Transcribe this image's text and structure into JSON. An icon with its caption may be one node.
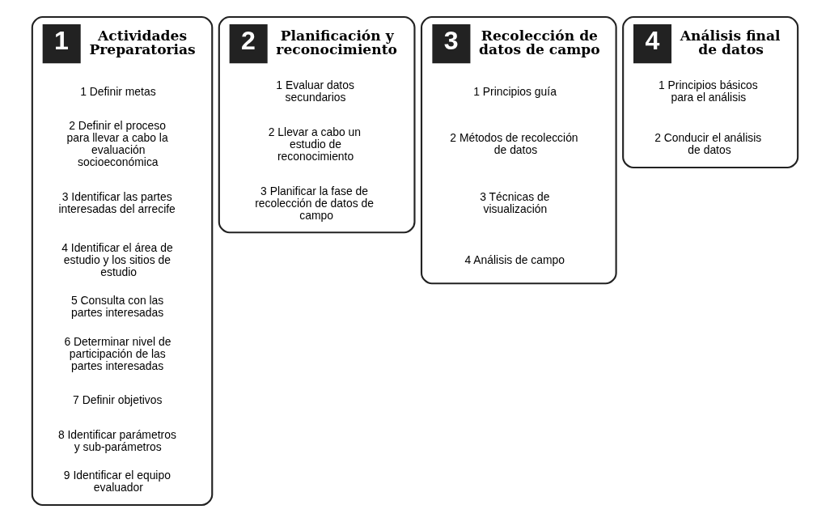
{
  "diagram": {
    "nodes": [
      {
        "text": [
          "1",
          "Actividades Preparatorias"
        ]
      },
      {
        "text": [
          "1 Definir metas"
        ],
        "in": 0
      },
      {
        "text": [
          "2 Definir el proceso para llevar a cabo la evaluación socioeconómica"
        ],
        "in": 0
      },
      {
        "text": [
          "3 Identificar las partes interesadas del arrecife"
        ],
        "in": 0
      },
      {
        "text": [
          "4 Identificar el área de estudio y los sitios de estudio"
        ],
        "in": 0
      },
      {
        "text": [
          "5 Consulta con las partes interesadas"
        ],
        "in": 0
      },
      {
        "text": [
          "6 Determinar nivel de participación de las partes interesadas"
        ],
        "in": 0
      },
      {
        "text": [
          "7 Definir objetivos"
        ],
        "in": 0
      },
      {
        "text": [
          "8 Identificar parámetros y sub-parámetros"
        ],
        "in": 0
      },
      {
        "text": [
          "9 Identificar el equipo evaluador"
        ],
        "in": 0
      },
      {
        "text": [
          "2",
          "Planificación y reconocimiento"
        ]
      },
      {
        "text": [
          "1 Evaluar datos secundarios"
        ],
        "in": 10
      },
      {
        "text": [
          "2 Llevar a cabo un estudio de reconocimiento"
        ],
        "in": 10
      },
      {
        "text": [
          "3 Planificar la fase de recolección de datos de campo"
        ],
        "in": 10
      },
      {
        "text": [
          "3",
          "Recolección de datos de campo"
        ]
      },
      {
        "text": [
          "1 Principios guía"
        ],
        "in": 14
      },
      {
        "text": [
          "2 Métodos de recolección de datos"
        ],
        "in": 14
      },
      {
        "text": [
          "3 Técnicas de visualización"
        ],
        "in": 14
      },
      {
        "text": [
          "4 Análisis de campo"
        ],
        "in": 14
      },
      {
        "text": [
          "4",
          "Análisis final de datos"
        ]
      },
      {
        "text": [
          "1 Principios básicos para el análisis"
        ],
        "in": 19
      },
      {
        "text": [
          "2 Conducir el análisis de datos"
        ],
        "in": 19
      }
    ]
  }
}
